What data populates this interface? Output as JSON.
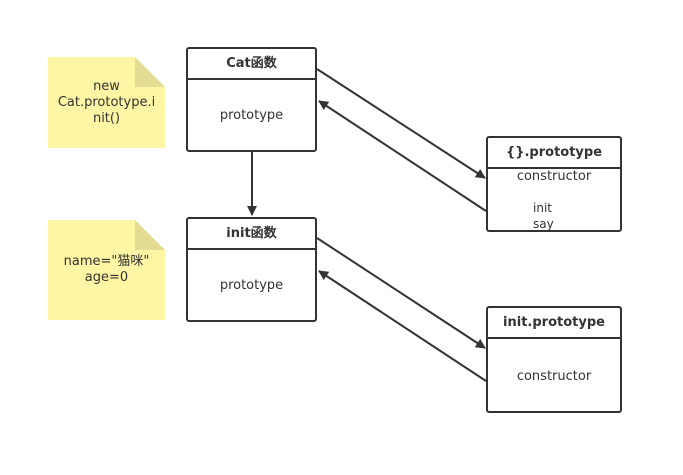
{
  "notes": {
    "note1": {
      "line1": "new",
      "line2": "Cat.prototype.i",
      "line3": "nit()"
    },
    "note2": {
      "line1": "name=\"猫咪\"",
      "line2": "age=0"
    }
  },
  "boxes": {
    "cat_fn": {
      "title": "Cat函数",
      "body": "prototype"
    },
    "init_fn": {
      "title": "init函数",
      "body": "prototype"
    },
    "obj_proto": {
      "title": "{}.prototype",
      "constructor": "constructor",
      "init": "init",
      "say": "say"
    },
    "init_proto": {
      "title": "init.prototype",
      "body": "constructor"
    }
  },
  "colors": {
    "note_fill": "#fff6a5",
    "stroke": "#333333"
  }
}
